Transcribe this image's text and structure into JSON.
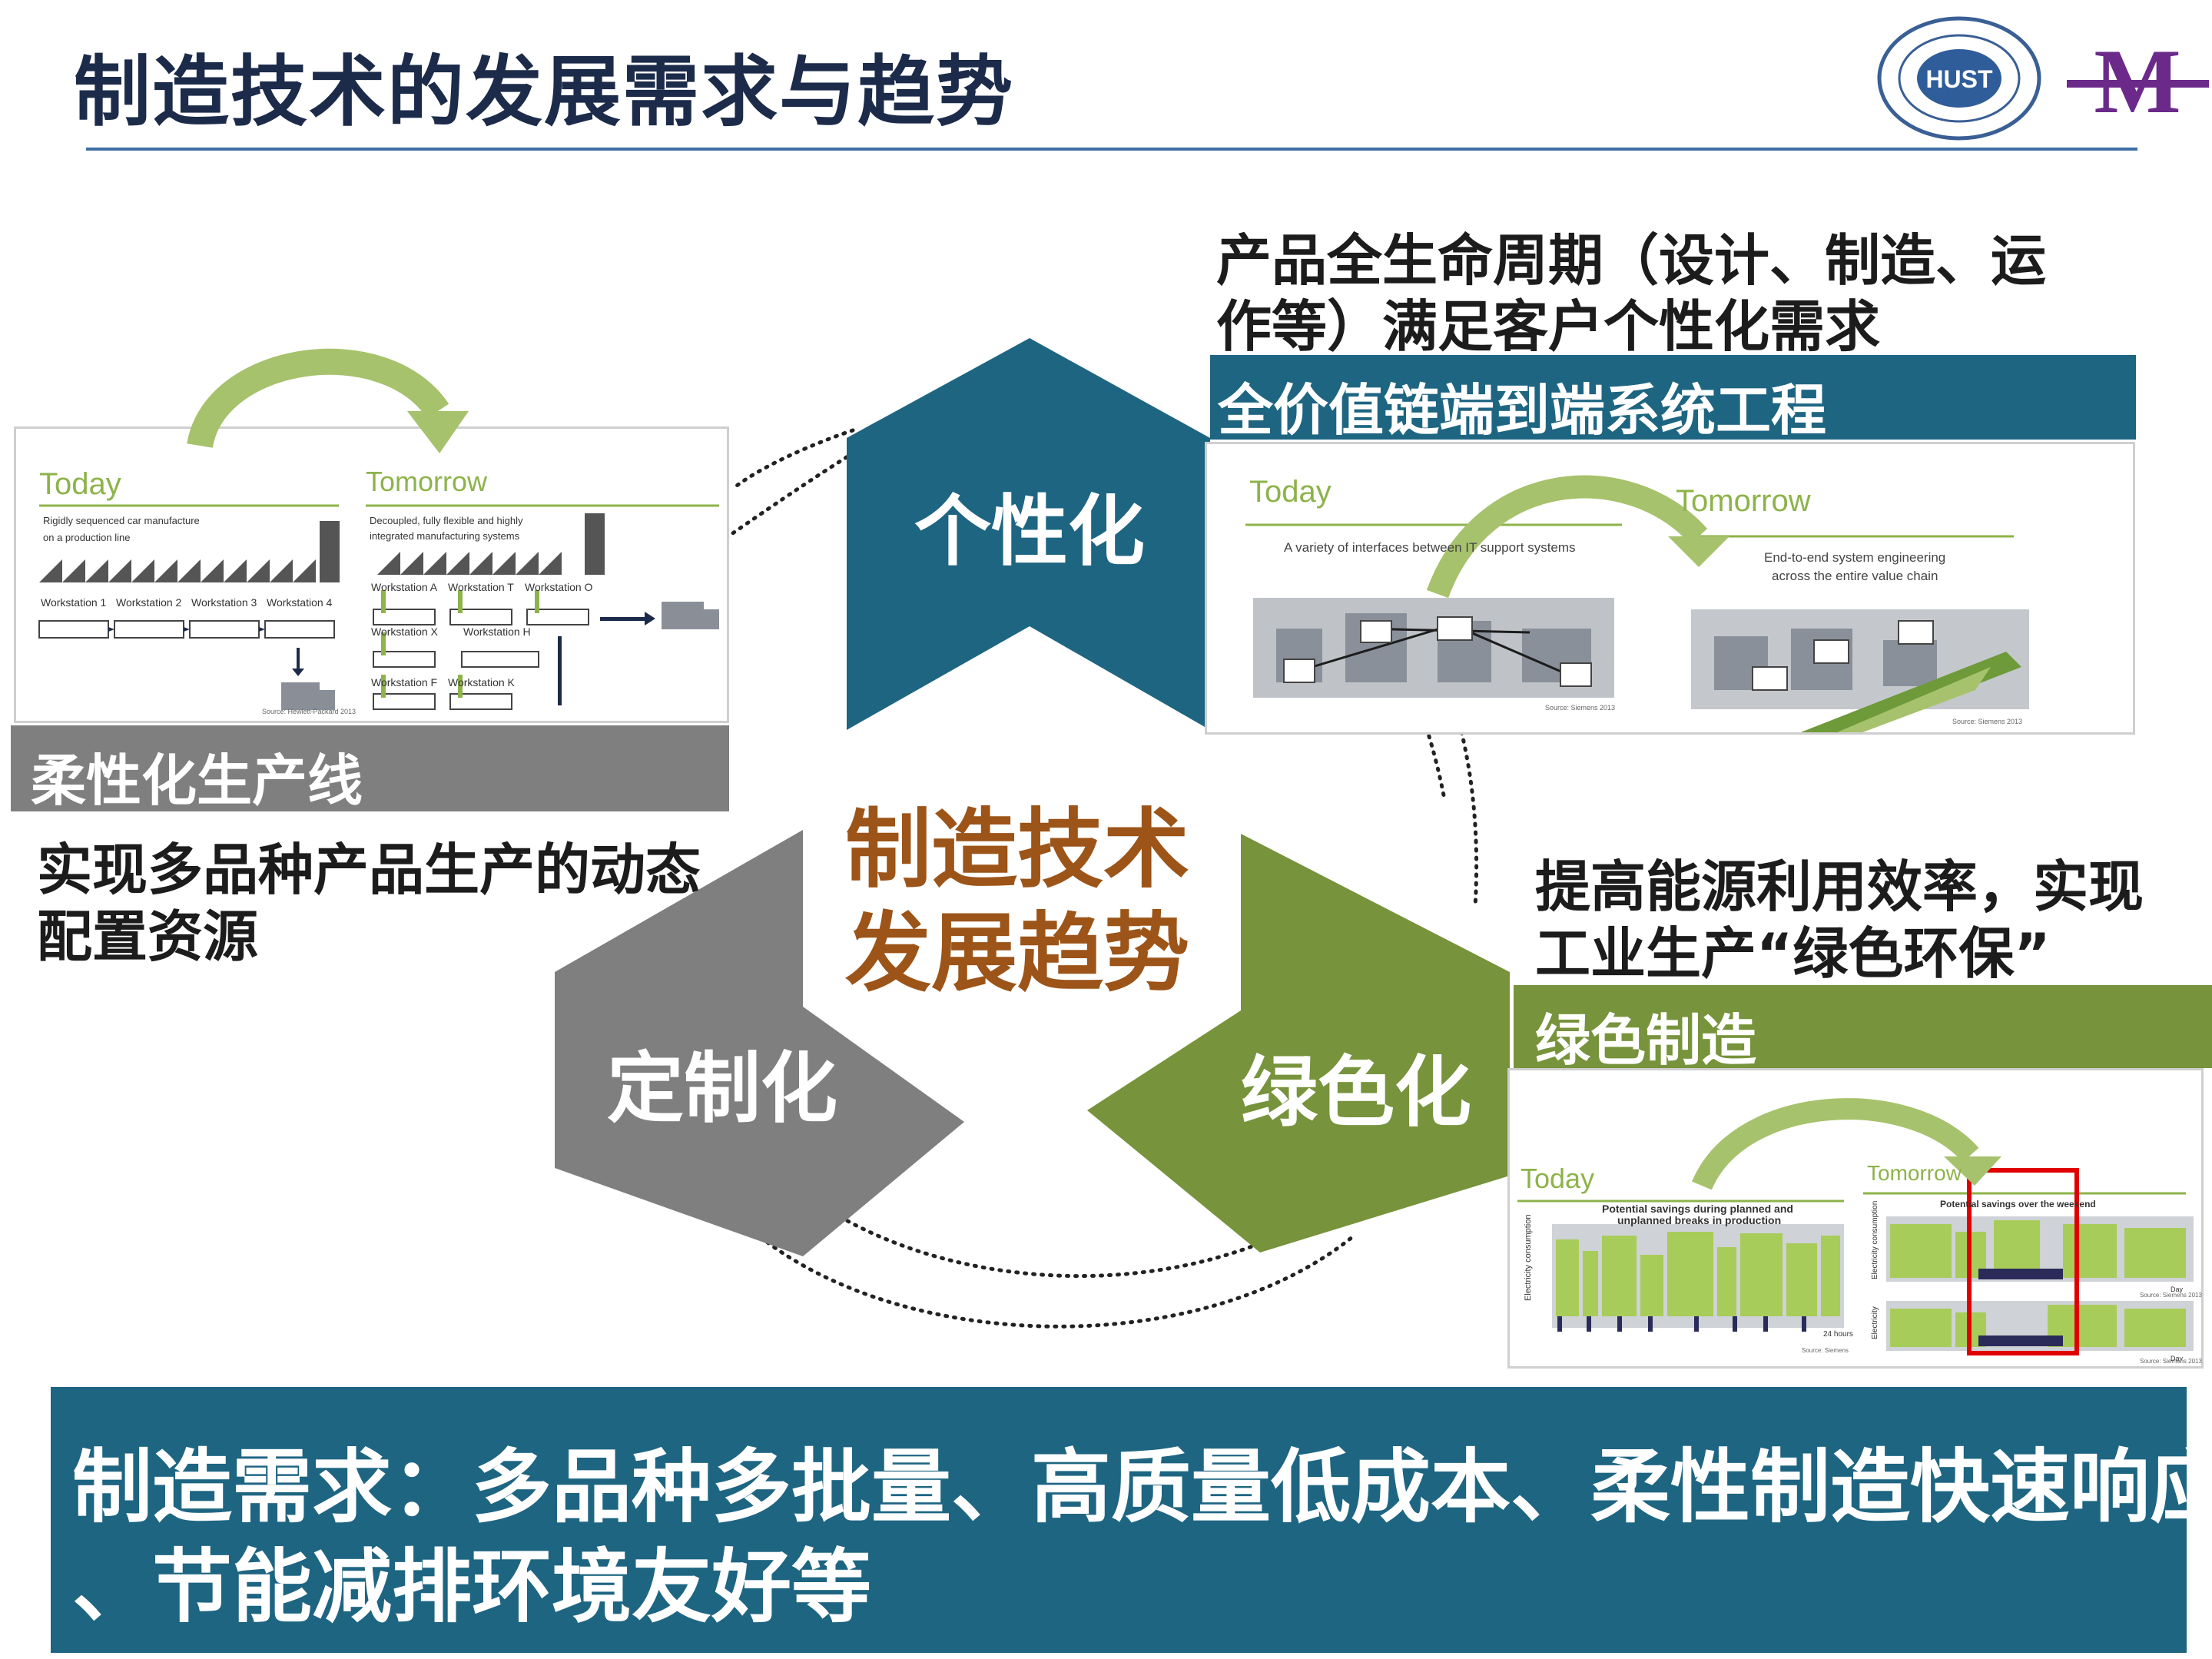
{
  "title": "制造技术的发展需求与趋势",
  "logos": {
    "hust_text": "HUST",
    "m_letter": "M"
  },
  "center": {
    "line1": "制造技术",
    "line2": "发展趋势"
  },
  "segments": {
    "personalization": "个性化",
    "customization": "定制化",
    "green": "绿色化"
  },
  "top_right": {
    "desc_line1": "产品全生命周期（设计、制造、运",
    "desc_line2": "作等）满足客户个性化需求",
    "bar_label": "全价值链端到端系统工程",
    "img": {
      "today": "Today",
      "tomorrow": "Tomorrow",
      "today_caption": "A variety of interfaces between IT support systems",
      "tomorrow_caption_1": "End-to-end system engineering",
      "tomorrow_caption_2": "across the entire value chain",
      "source_1": "Source: Siemens 2013",
      "source_2": "Source: Siemens 2013"
    }
  },
  "left": {
    "bar_label": "柔性化生产线",
    "desc_line1": "实现多品种产品生产的动态",
    "desc_line2": "配置资源",
    "img": {
      "today": "Today",
      "tomorrow": "Tomorrow",
      "today_caption_1": "Rigidly sequenced car manufacture",
      "today_caption_2": "on a production line",
      "tomorrow_caption_1": "Decoupled, fully flexible and highly",
      "tomorrow_caption_2": "integrated manufacturing systems",
      "workstations_today": [
        "Workstation 1",
        "Workstation 2",
        "Workstation 3",
        "Workstation 4"
      ],
      "workstations_tomorrow": [
        "Workstation A",
        "Workstation T",
        "Workstation O",
        "Workstation X",
        "Workstation H",
        "Workstation F",
        "Workstation K"
      ],
      "source": "Source: Hewlett-Packard 2013"
    }
  },
  "bottom_right": {
    "desc_line1": "提高能源利用效率，实现",
    "desc_line2": "工业生产“绿色环保”",
    "bar_label": "绿色制造",
    "img": {
      "today": "Today",
      "tomorrow": "Tomorrow",
      "today_caption_1": "Potential savings during planned and",
      "today_caption_2": "unplanned breaks in production",
      "tomorrow_caption": "Potential savings over the weekend",
      "y_label_1": "Electricity consumption",
      "y_label_2": "Electricity consumption",
      "y_label_3": "Electricity",
      "x_note_1": "24 hours",
      "x_note_2": "Day",
      "x_note_3": "Day",
      "source_1": "Source: Siemens",
      "source_2": "Source: Siemens 2013",
      "source_3": "Source: Siemens 2013"
    }
  },
  "bottom_banner": {
    "line1": "制造需求：多品种多批量、高质量低成本、柔性制造快速响应",
    "line2": "、节能减排环境友好等"
  },
  "colors": {
    "title": "#1c2b4a",
    "rule": "#3d6ea5",
    "blue": "#1e6582",
    "gray": "#7f7f7f",
    "green": "#77933c",
    "center_text": "#9c5418",
    "banner": "#1e6582",
    "arrow_green": "#8db34a",
    "red_box": "#e00000"
  }
}
